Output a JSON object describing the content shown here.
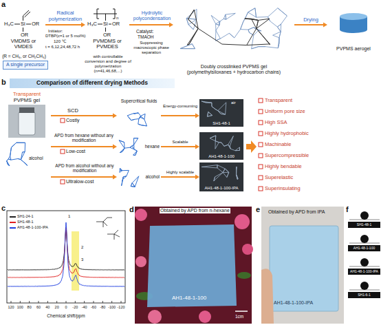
{
  "diagram": {
    "nodes": [
      {
        "text": [
          "VMDMS or VMDES"
        ]
      },
      {
        "text": [
          "A single precursor"
        ]
      },
      {
        "text": [
          "PVMDMS or PVMDES"
        ]
      },
      {
        "text": [
          "Doubly crosslinked PVPMS gel",
          "(polymethylsiloxanes + hydrocarbon chains)"
        ]
      },
      {
        "text": [
          "PVPMS aerogel"
        ]
      },
      {
        "text": [
          "Comparison of different drying Methods"
        ]
      },
      {
        "text": [
          "Transparent",
          "PVPMS gel"
        ]
      },
      {
        "text": [
          "Supercritical fluids"
        ]
      },
      {
        "text": [
          "hexane"
        ]
      },
      {
        "text": [
          "alcohol"
        ]
      },
      {
        "text": [
          "SH1-48-1"
        ]
      },
      {
        "text": [
          "AH1-48-1-100"
        ]
      },
      {
        "text": [
          "AH1-48-1-100-IPA"
        ]
      },
      {
        "text": [
          "SH1-48-1"
        ]
      },
      {
        "text": [
          "AH1-48-1-100"
        ]
      },
      {
        "text": [
          "AH1-48-1-100-IPA"
        ]
      },
      {
        "text": [
          "SH1-6-1"
        ]
      }
    ],
    "edges": [
      {
        "from": 0,
        "to": 2,
        "arrow": "to",
        "label": "Radical polymerization"
      },
      {
        "from": 2,
        "to": 3,
        "arrow": "to",
        "label": "Hydrolytic polycondensation"
      },
      {
        "from": 3,
        "to": 4,
        "arrow": "to",
        "label": "Drying"
      },
      {
        "from": 6,
        "to": 7,
        "arrow": "to",
        "label": "SCD"
      },
      {
        "from": 6,
        "to": 8,
        "arrow": "to",
        "label": "APD from hexane without any modification"
      },
      {
        "from": 6,
        "to": 9,
        "arrow": "to",
        "label": "APD from alcohol without any modification"
      },
      {
        "from": 7,
        "to": 10,
        "arrow": "to",
        "label": "Energy-consuming"
      },
      {
        "from": 8,
        "to": 11,
        "arrow": "to",
        "label": "Scalable"
      },
      {
        "from": 9,
        "to": 12,
        "arrow": "to",
        "label": "Highly scalable"
      }
    ],
    "labels": [
      "a",
      "H₃C",
      "Si",
      "OR",
      "OR",
      "(R = CH₃, or CH₂CH₃)",
      "Initiator:",
      "DTBP(c=1 or 5 mol%)",
      "120 ℃",
      "t = 6,12,24,48,72 h",
      "H₃C",
      "Si",
      "OR",
      "OR",
      "n",
      "with controllable conversion and degree of polymerization (n=41,46,68,...)",
      "Catalyst:",
      "TMAOH",
      "Suppressing macroscopic phase separation",
      "b",
      "alcohol",
      "Costly",
      "Low-cost",
      "Ultralow-cost",
      "air",
      "Transparent",
      "Uniform pore size",
      "High SSA",
      "Highly hydrophobic",
      "Machinable",
      "Supercompressible",
      "Highly bendable",
      "Superelastic",
      "Superinsulating",
      "c",
      "1",
      "2",
      "3",
      "120",
      "100",
      "80",
      "60",
      "40",
      "20",
      "0",
      "-20",
      "-40",
      "-60",
      "-80",
      "-100",
      "-120",
      "Chemical shift/ppm",
      "d",
      "Obtained by APD from n-hexane",
      "AH1-48-1-100",
      "1cm",
      "e",
      "Obtained by APD from IPA",
      "AH1-48-1-100-IPA",
      "f"
    ],
    "legend": [
      {
        "text": "SH1-24-1",
        "color": "#222222"
      },
      {
        "text": "SH1-48-1",
        "color": "#e02020"
      },
      {
        "text": "AH1-48-1-100-IPA",
        "color": "#2040e0"
      }
    ]
  }
}
